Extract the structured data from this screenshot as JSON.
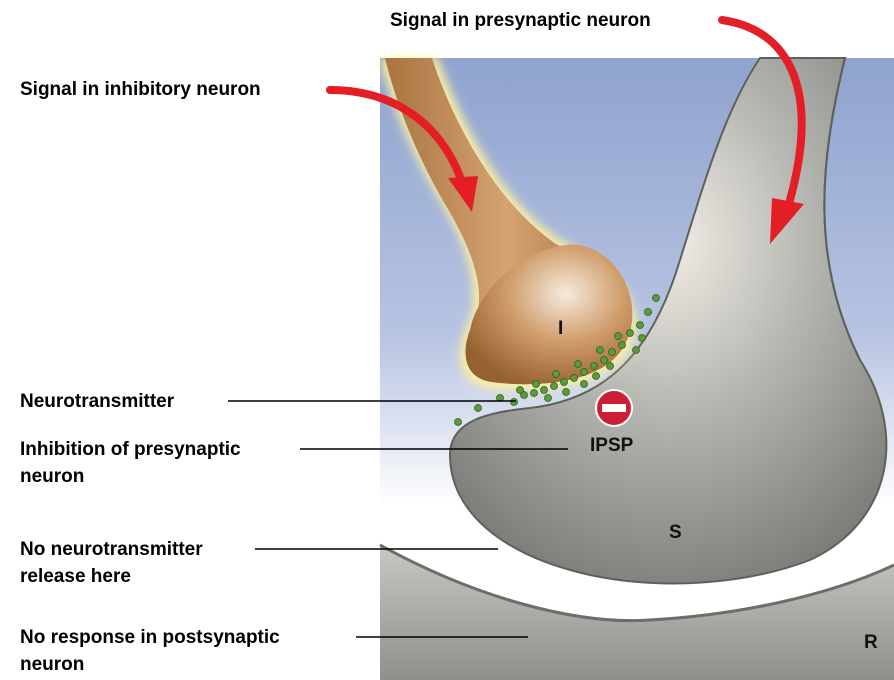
{
  "labels": {
    "signal_presynaptic": "Signal in presynaptic neuron",
    "signal_inhibitory": "Signal in inhibitory neuron",
    "neurotransmitter": "Neurotransmitter",
    "inhibition_line1": "Inhibition of presynaptic",
    "inhibition_line2": "neuron",
    "no_release_line1": "No neurotransmitter",
    "no_release_line2": "release here",
    "no_response_line1": "No response in postsynaptic",
    "no_response_line2": "neuron"
  },
  "markers": {
    "inhibitory_neuron": "I",
    "presynaptic_neuron": "S",
    "postsynaptic_neuron": "R",
    "ipsp": "IPSP"
  },
  "colors": {
    "arrow": "#e41e26",
    "ipsp_symbol": "#cc1f36",
    "inhibitory_neuron": "#c8935f",
    "presynaptic_neuron": "#9a9b96",
    "vesicles": "#5a9b3a"
  }
}
